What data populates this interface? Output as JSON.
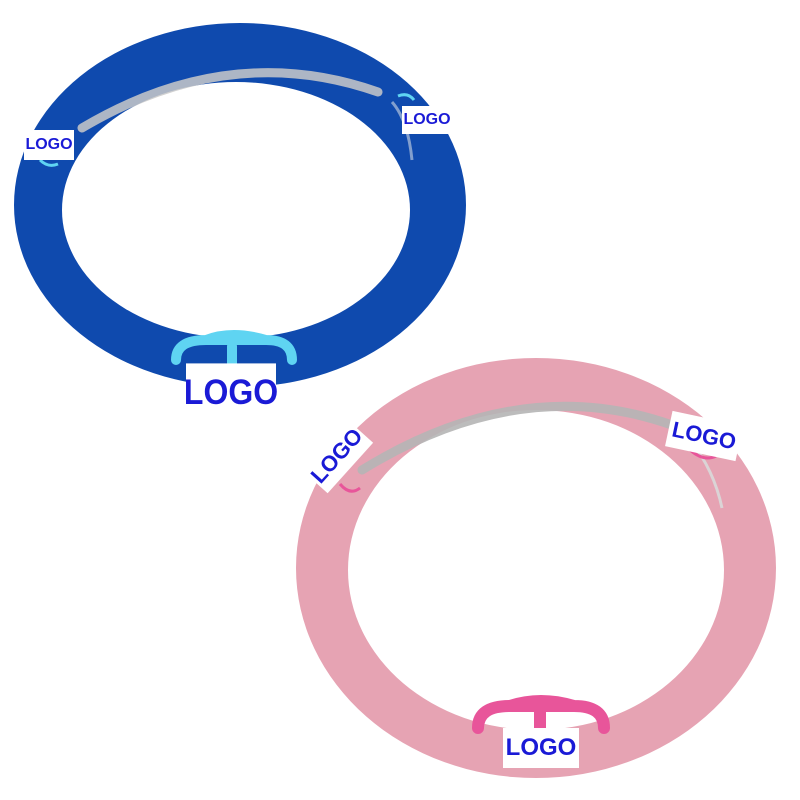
{
  "colors": {
    "blue_ring": "#0f4aae",
    "blue_accent": "#5fd4f2",
    "pink_ring": "#e6a3b3",
    "pink_accent": "#e8559a",
    "logo_text": "#1a1ad6",
    "stitch": "#c9c9c9"
  },
  "blue_cover": {
    "logo_left": "LOGO",
    "logo_right": "LOGO",
    "logo_bottom": "LOGO"
  },
  "pink_cover": {
    "logo_left": "LOGO",
    "logo_right": "LOGO",
    "logo_bottom": "LOGO"
  }
}
